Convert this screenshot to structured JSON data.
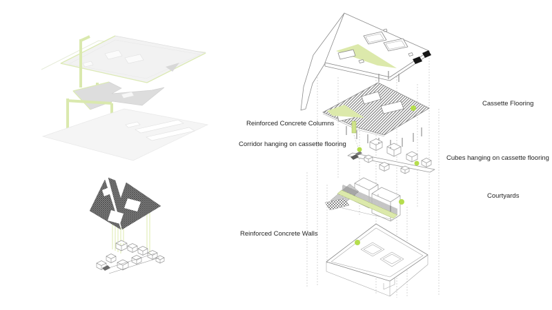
{
  "page": {
    "background": "#ffffff"
  },
  "colors": {
    "accent_green_fill": "#dce9ab",
    "accent_green_bright": "#b5dd4d",
    "accent_green_pale": "#d9e8ad",
    "hatch_gray": "#777777",
    "dark_hatch_gray": "#4a4a4a",
    "line_gray": "#9a9a9a",
    "black_patch": "#161616",
    "text": "#1f1f1f"
  },
  "annotations": {
    "left": [
      {
        "label": "Reinforced Concrete Columns"
      },
      {
        "label": "Corridor hanging on cassette flooring"
      },
      {
        "label": "Reinforced Concrete Walls"
      }
    ],
    "right": [
      {
        "label": "Cassette Flooring"
      },
      {
        "label": "Cubes hanging on cassette flooring"
      },
      {
        "label": "Courtyards"
      }
    ]
  }
}
